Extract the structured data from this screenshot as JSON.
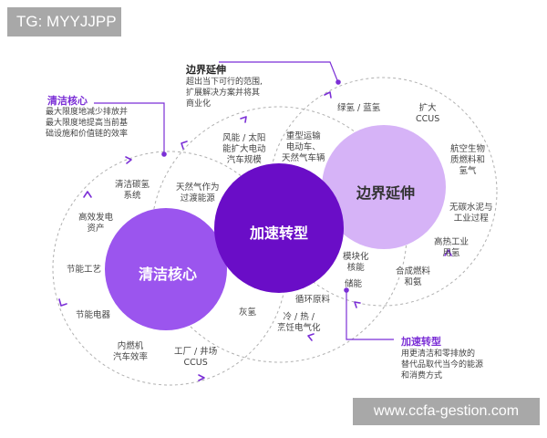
{
  "watermark_top": "TG: MYYJJPP",
  "watermark_bottom": "www.ccfa-gestion.com",
  "circles": {
    "clean": "清洁核心",
    "accelerate": "加速转型",
    "extend": "边界延伸"
  },
  "annotations": {
    "clean": {
      "title": "清洁核心",
      "lines": [
        "最大限度地减少排放并",
        "最大限度地提高当前基",
        "础设施和价值链的效率"
      ]
    },
    "extend": {
      "title": "边界延伸",
      "lines": [
        "超出当下可行的范围,",
        "扩展解决方案并将其",
        "商业化"
      ]
    },
    "accelerate": {
      "title": "加速转型",
      "lines": [
        "用更清洁和零排放的",
        "替代品取代当今的能源",
        "和消费方式"
      ]
    }
  },
  "labels": {
    "ccs_system": [
      "清洁碳氢",
      "系统"
    ],
    "efficient_power": [
      "高效发电",
      "资产"
    ],
    "energy_process": [
      "节能工艺"
    ],
    "energy_appliance": [
      "节能电器"
    ],
    "ice": [
      "内燃机",
      "汽车效率"
    ],
    "factory_ccus": [
      "工厂 / 井场",
      "CCUS"
    ],
    "gas_transition": [
      "天然气作为",
      "过渡能源"
    ],
    "wind_solar": [
      "风能 / 太阳",
      "能扩大电动",
      "汽车规模"
    ],
    "heavy_transport": [
      "重型运输",
      "电动车、",
      "天然气车辆"
    ],
    "grey_hydrogen": [
      "灰氢"
    ],
    "circular": [
      "循环原料"
    ],
    "cooling_heating": [
      "冷 / 热 /",
      "烹饪电气化"
    ],
    "modular_nuclear": [
      "模块化",
      "核能"
    ],
    "storage": [
      "储能"
    ],
    "green_blue_h2": [
      "绿氢 / 蓝氢"
    ],
    "expand_ccus": [
      "扩大",
      "CCUS"
    ],
    "aviation_fuel": [
      "航空生物",
      "质燃料和",
      "氢气"
    ],
    "carbon_free_cement": [
      "无碳水泥与",
      "工业过程"
    ],
    "hightemp_h2": [
      "高热工业",
      "用氢"
    ],
    "synthetic_fuel": [
      "合成燃料",
      "和氨"
    ]
  },
  "colors": {
    "clean_circle": "#9b55ee",
    "accelerate_circle": "#6a0dc7",
    "extend_circle": "#d6b3f7",
    "accent": "#7b2fd6",
    "dash": "#b0b0b0"
  }
}
